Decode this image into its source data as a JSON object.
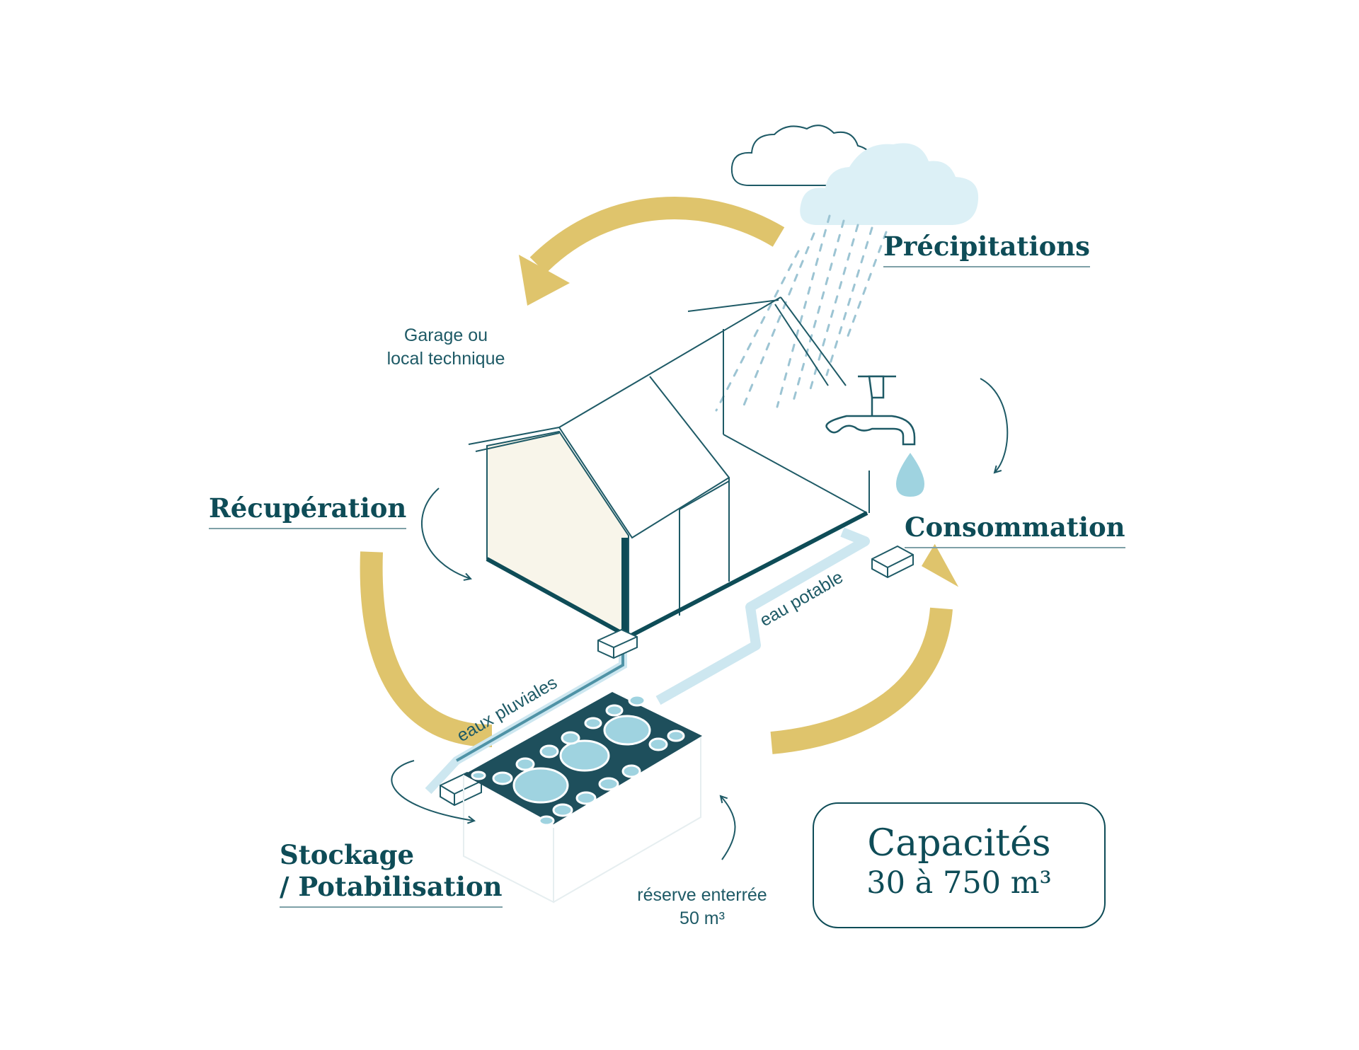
{
  "steps": {
    "precipitations": "Précipitations",
    "recuperation": "Récupération",
    "consommation": "Consommation",
    "stockage_line1": "Stockage",
    "stockage_line2": "/ Potabilisation"
  },
  "notes": {
    "garage_line1": "Garage ou",
    "garage_line2": "local technique",
    "reserve_line1": "réserve enterrée",
    "reserve_line2": "50 m³"
  },
  "pipes": {
    "eaux_pluviales": "eaux pluviales",
    "eau_potable": "eau potable"
  },
  "capacity": {
    "title": "Capacités",
    "value": "30 à 750 m³"
  },
  "colors": {
    "cycle_arrow": "#dfc46c",
    "dark_teal": "#0e4c57",
    "line_teal": "#1e5a66",
    "water_light": "#cde7f0",
    "water_blue": "#9fd3e0",
    "rain": "#9cc4d3",
    "wall_cream": "#f8f5ea"
  },
  "icons": [
    "cloud-icon",
    "rain-cloud-icon",
    "faucet-icon",
    "water-drop-icon"
  ]
}
